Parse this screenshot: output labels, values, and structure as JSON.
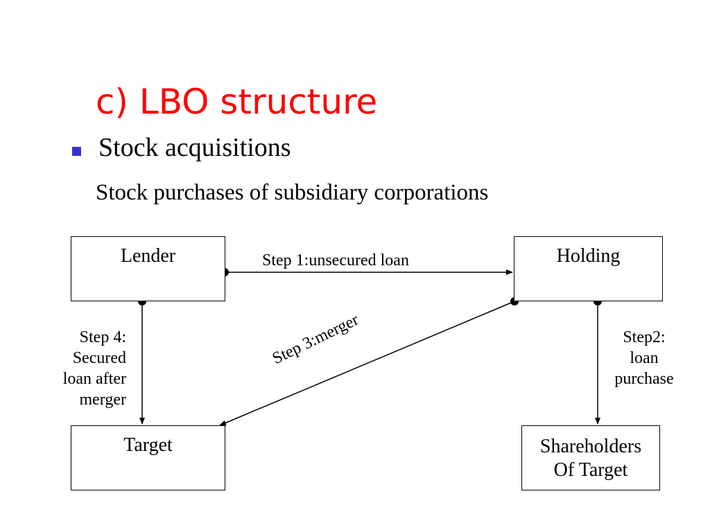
{
  "colors": {
    "title": "#ff0000",
    "bullet": "#3333cc",
    "line": "#000000"
  },
  "slide": {
    "title": "c) LBO structure",
    "bullet": "Stock acquisitions",
    "subtitle": "Stock purchases of subsidiary corporations"
  },
  "diagram": {
    "nodes": {
      "lender": "Lender",
      "holding": "Holding",
      "target": "Target",
      "shareholders": "Shareholders\nOf Target"
    },
    "edges": {
      "step1": "Step 1:unsecured loan",
      "step2": "Step2:\nloan\npurchase",
      "step3": "Step 3:merger",
      "step4": "Step 4:\nSecured\nloan after\nmerger"
    }
  }
}
